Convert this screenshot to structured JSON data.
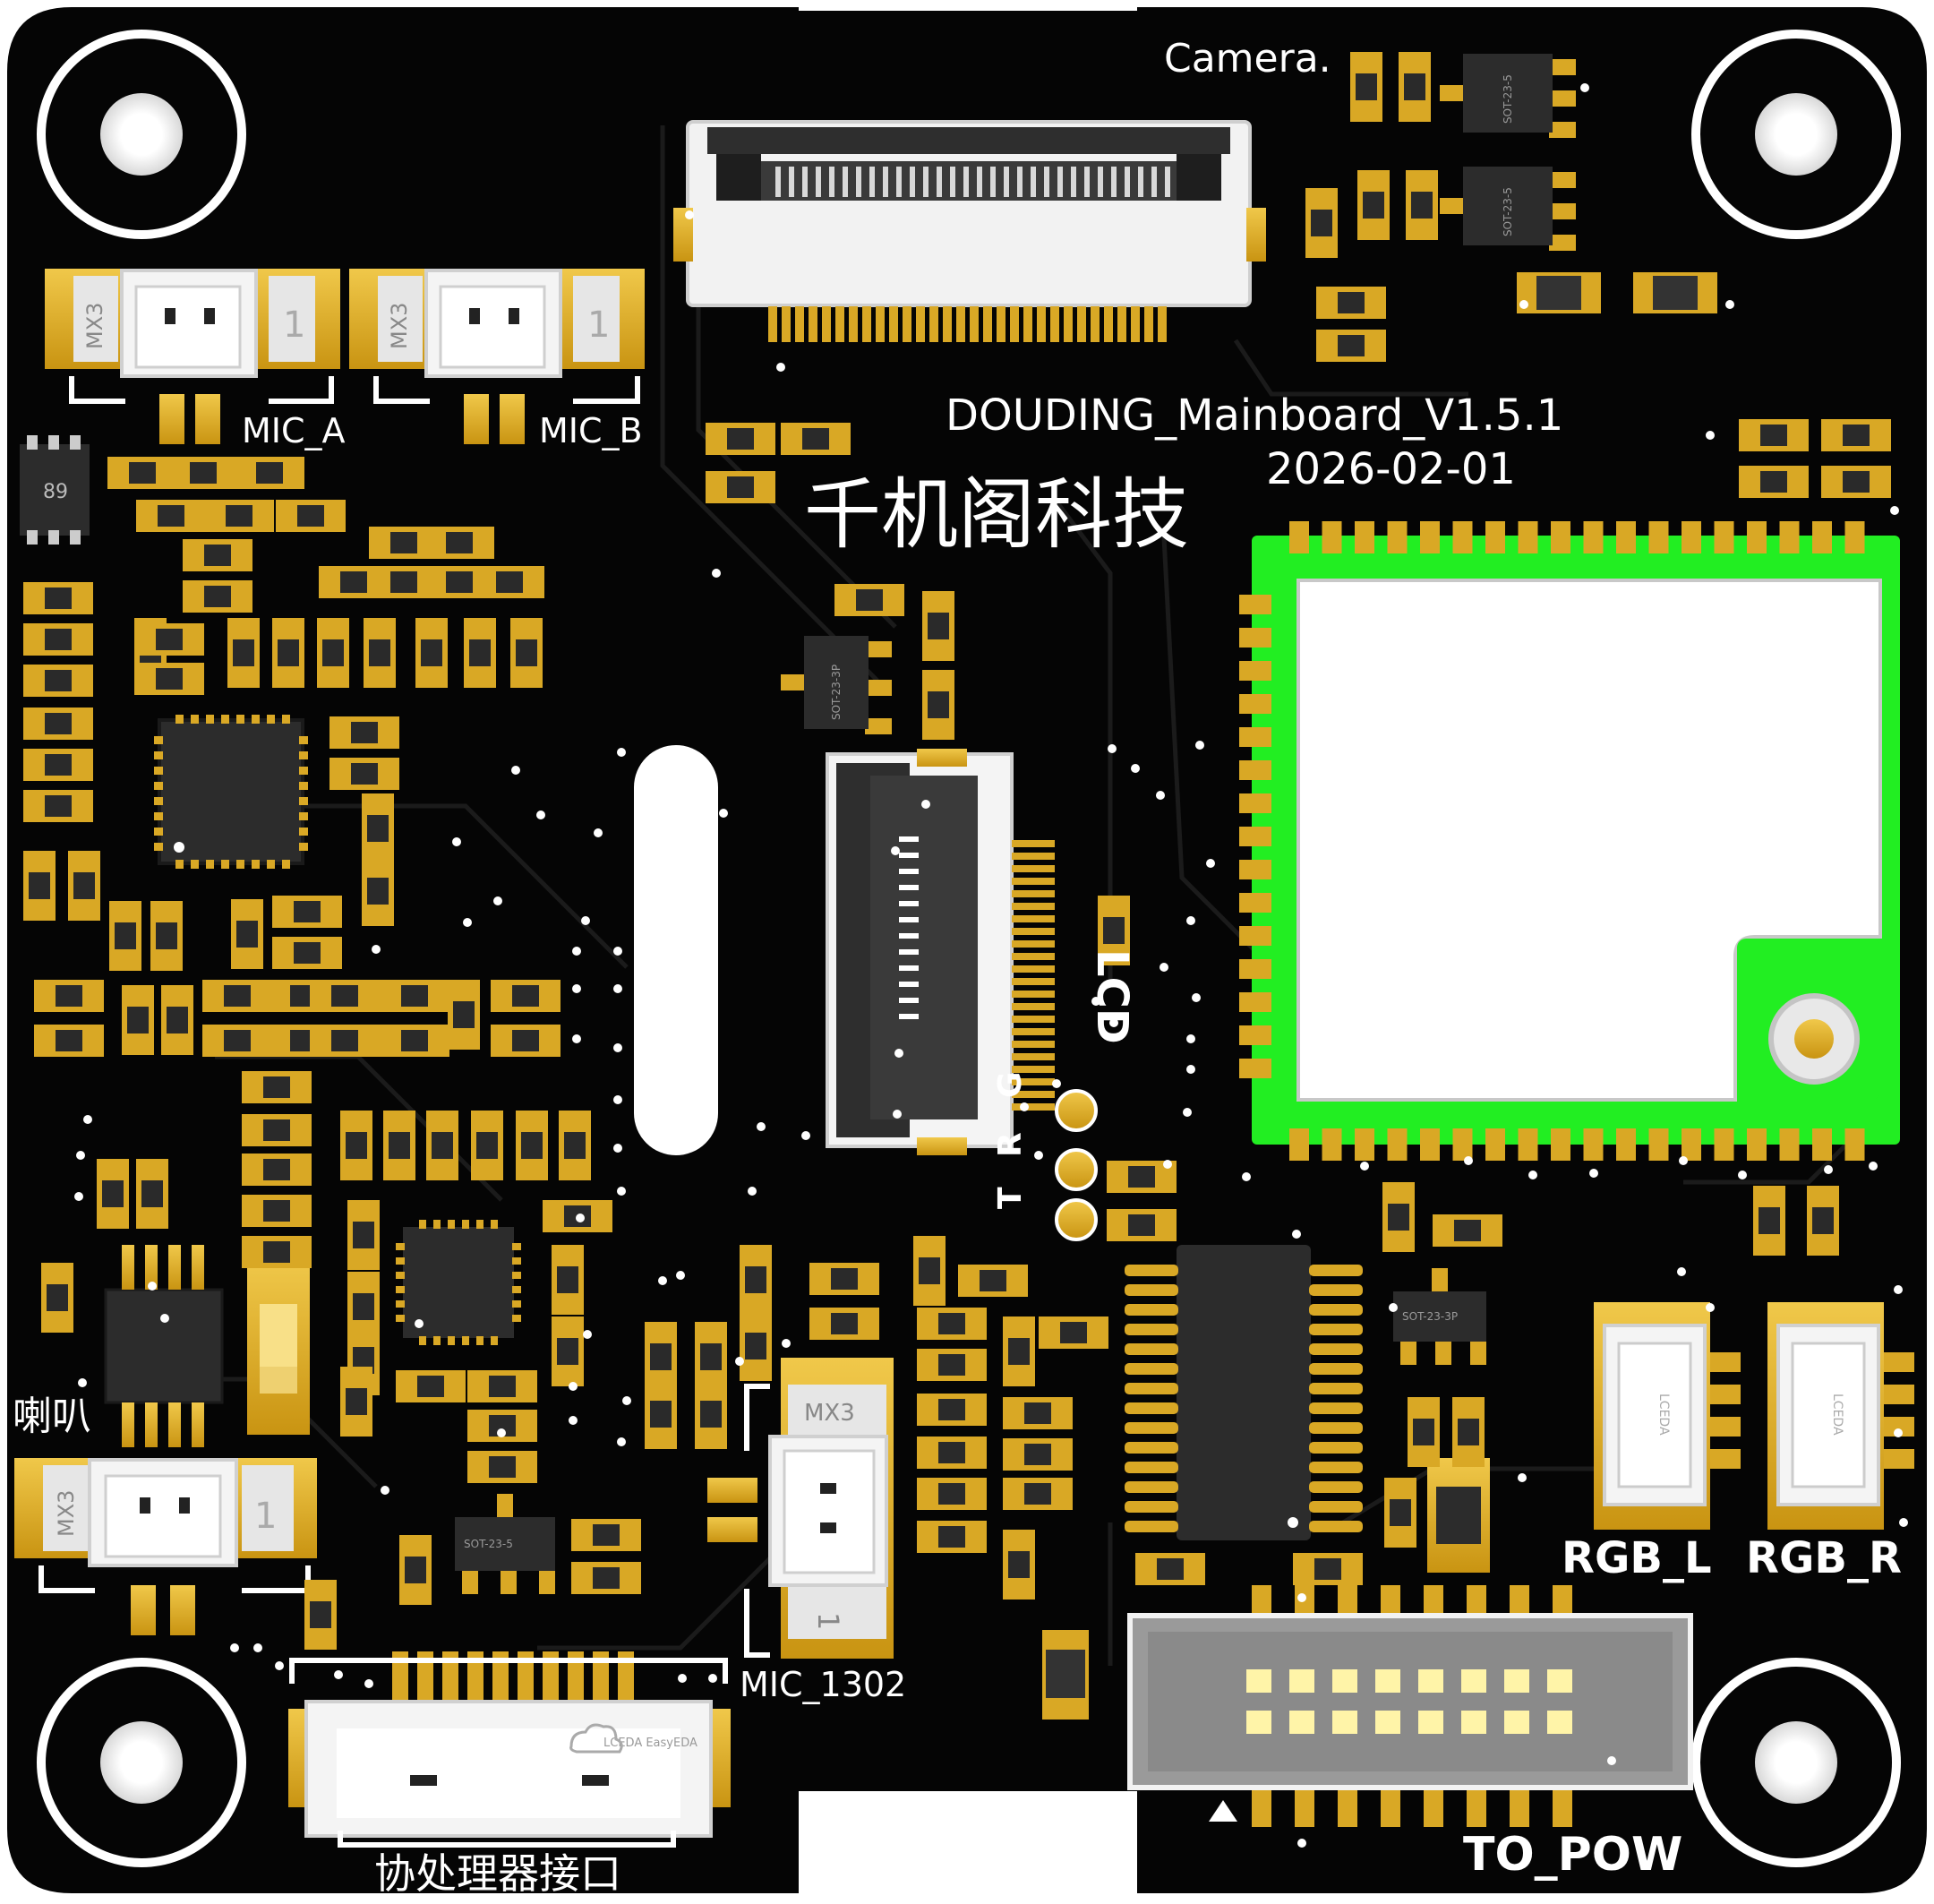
{
  "board": {
    "title": "DOUDING_Mainboard_V1.5.1",
    "date": "2026-02-01",
    "brand": "千机阁科技",
    "colors": {
      "pcb": "#050505",
      "trace": "#161616",
      "gold": "#d9a825",
      "pad": "#e8c04a",
      "white": "#ffffff",
      "connector": "#ececec",
      "module_green": "#22ee22",
      "chip": "#2c2c2c"
    }
  },
  "labels": {
    "camera": "Camera.",
    "mic_a": "MIC_A",
    "mic_b": "MIC_B",
    "speaker": "喇叭",
    "lcd": "LCD",
    "mic_1302": "MIC_1302",
    "rgb_l": "RGB_L",
    "rgb_r": "RGB_R",
    "to_pow": "TO_POW",
    "coprocessor": "协处理器接口",
    "pin_g": "G",
    "pin_r": "R",
    "pin_t": "T"
  },
  "connector_text": {
    "mx3": "MX3",
    "pin1": "1",
    "sot235": "SOT-23-5",
    "sot233p": "SOT-23-3P",
    "ic_code": "89",
    "lceda": "LCEDA",
    "lceda_easyeda": "LCEDA EasyEDA"
  },
  "icons": {
    "mount_hole": "mounting-hole-icon",
    "cloud_logo": "lceda-cloud-logo-icon",
    "pin1_marker": "triangle-marker-icon"
  }
}
